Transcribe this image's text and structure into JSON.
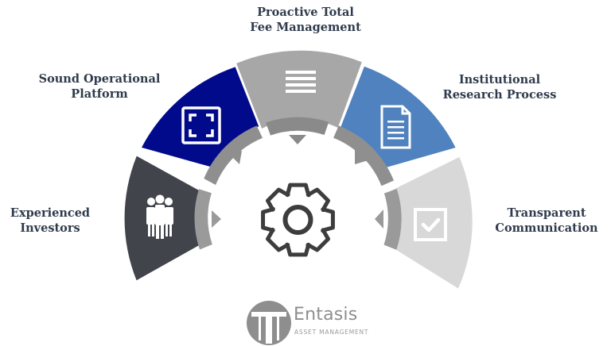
{
  "segments": [
    {
      "id": "experienced",
      "lines": [
        "Experienced",
        "Investors"
      ],
      "color": "#41444b",
      "icon": "people-icon"
    },
    {
      "id": "operational",
      "lines": [
        "Sound Operational",
        "Platform"
      ],
      "color": "#020a8c",
      "icon": "focus-frame-icon"
    },
    {
      "id": "fee",
      "lines": [
        "Proactive Total",
        "Fee Management"
      ],
      "color": "#a7a7a7",
      "icon": "list-lines-icon"
    },
    {
      "id": "research",
      "lines": [
        "Institutional",
        "Research Process"
      ],
      "color": "#4f82be",
      "icon": "document-icon"
    },
    {
      "id": "communication",
      "lines": [
        "Transparent",
        "Communication"
      ],
      "color": "#d8d8d8",
      "icon": "checkbox-icon"
    }
  ],
  "center_icon": "gear-icon",
  "logo": {
    "name": "Entasis",
    "subtitle": "ASSET MANAGEMENT",
    "icon": "column-logo-icon"
  }
}
